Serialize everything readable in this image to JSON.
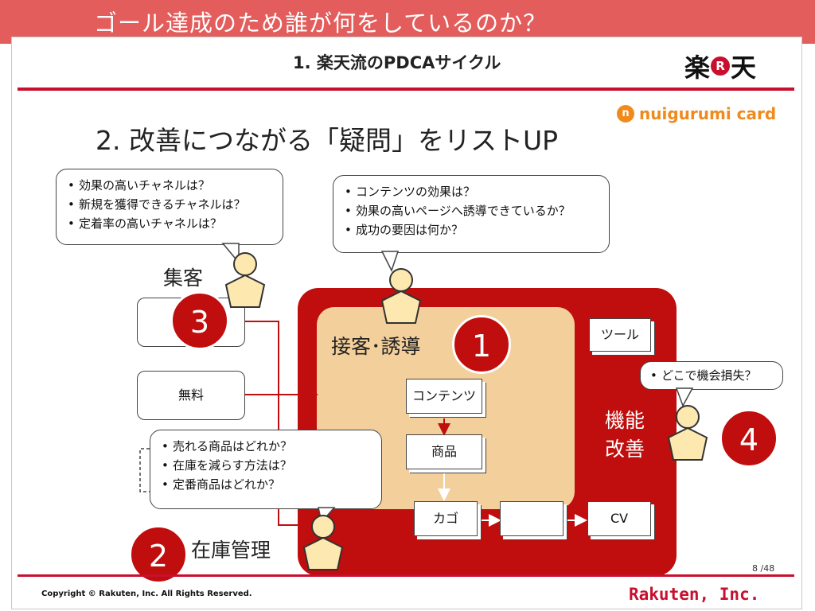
{
  "top_title": "ゴール達成のため誰が何をしているのか？",
  "subhead": "1. 楽天流のPDCAサイクル",
  "logo": {
    "left": "楽",
    "r": "R",
    "right": "天"
  },
  "nuigurumi": {
    "mark": "n",
    "text": "nuigurumi card"
  },
  "heading": "2. 改善につながる「疑問」をリストUP",
  "bubbles": {
    "acquisition": [
      "効果の高いチャネルは？",
      "新規を獲得できるチャネルは？",
      "定着率の高いチャネルは？"
    ],
    "content": [
      "コンテンツの効果は？",
      "効果の高いページへ誘導できているか？",
      "成功の要因は何か？"
    ],
    "inventory": [
      "売れる商品はどれか？",
      "在庫を減らす方法は？",
      "定番商品はどれか？"
    ],
    "function": [
      "どこで機会損失？"
    ]
  },
  "labels": {
    "acquisition": "集客",
    "service": "接客･誘導",
    "function_line1": "機能",
    "function_line2": "改善",
    "inventory": "在庫管理"
  },
  "numbers": {
    "n1": "1",
    "n2": "2",
    "n3": "3",
    "n4": "4"
  },
  "boxes": {
    "blank": "",
    "free": "無料",
    "tool": "ツール",
    "contents": "コンテンツ",
    "product": "商品",
    "cart": "カゴ",
    "step": "",
    "cv": "CV"
  },
  "colors": {
    "accent_red": "#c00d0d",
    "band": "#e25d5b",
    "beige": "#f3cf9c",
    "person_fill": "#fde8b0"
  },
  "footer": {
    "page": "8 /48",
    "copyright": "Copyright © Rakuten, Inc. All Rights Reserved.",
    "company": "Rakuten, Inc."
  }
}
